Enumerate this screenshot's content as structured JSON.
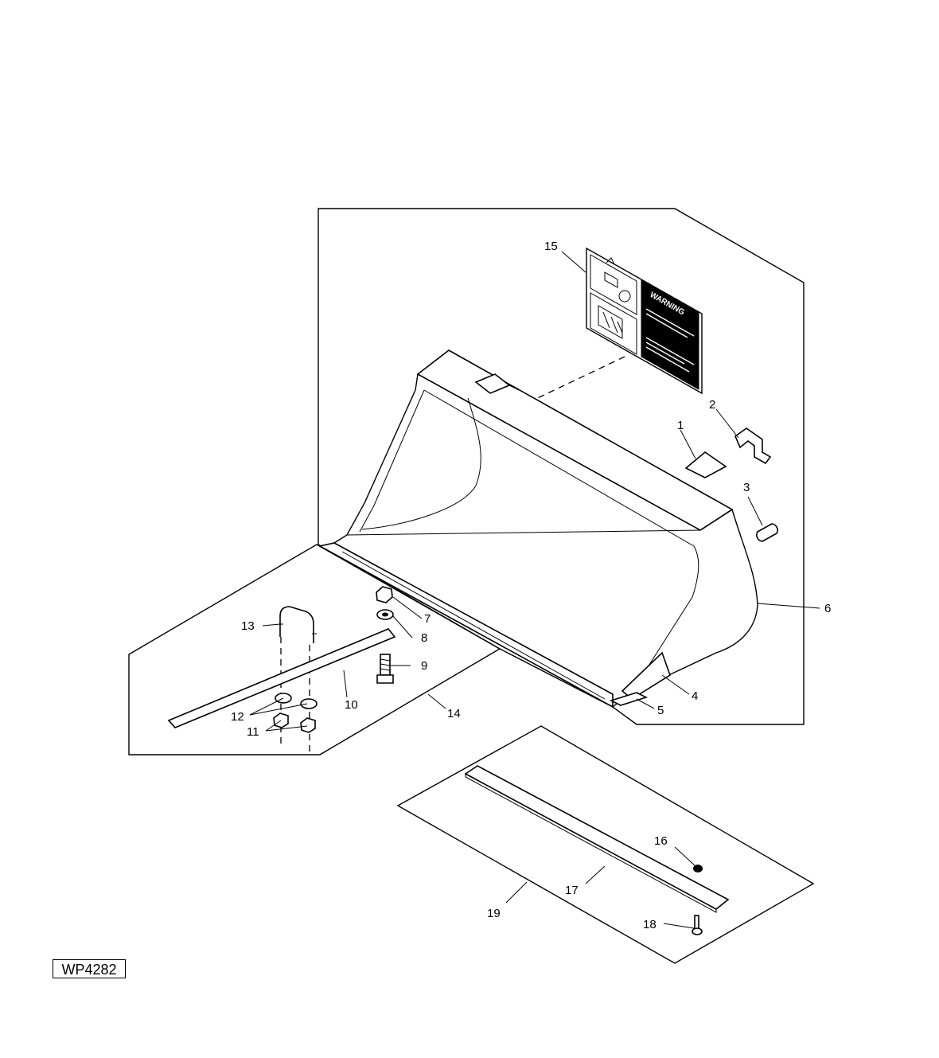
{
  "figure_id": "WP4282",
  "decal": {
    "header": "WARNING"
  },
  "callouts": [
    "1",
    "2",
    "3",
    "4",
    "5",
    "6",
    "7",
    "8",
    "9",
    "10",
    "11",
    "12",
    "13",
    "14",
    "15",
    "16",
    "17",
    "18",
    "19"
  ]
}
